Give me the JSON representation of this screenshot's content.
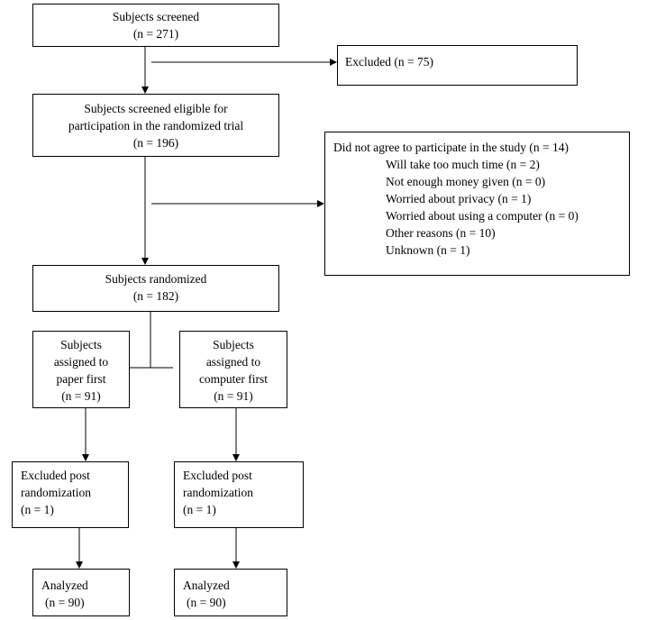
{
  "screened": {
    "line1": "Subjects screened",
    "line2": "(n = 271)"
  },
  "excluded": {
    "text": "Excluded (n = 75)"
  },
  "eligible": {
    "line1": "Subjects screened eligible for",
    "line2": "participation in the randomized trial",
    "line3": "(n = 196)"
  },
  "declined": {
    "title": "Did not agree to participate in the study (n = 14)",
    "reasons": [
      "Will take too much time (n = 2)",
      "Not enough money given (n = 0)",
      "Worried about privacy (n = 1)",
      "Worried about using a computer (n = 0)",
      "Other reasons (n = 10)",
      "Unknown (n = 1)"
    ]
  },
  "randomized": {
    "line1": "Subjects randomized",
    "line2": "(n = 182)"
  },
  "paper_first": {
    "line1": "Subjects",
    "line2": "assigned to",
    "line3": "paper first",
    "line4": "(n = 91)"
  },
  "computer_first": {
    "line1": "Subjects",
    "line2": "assigned to",
    "line3": "computer first",
    "line4": "(n = 91)"
  },
  "excluded_post_left": {
    "line1": "Excluded post",
    "line2": "randomization",
    "line3": "(n = 1)"
  },
  "excluded_post_right": {
    "line1": "Excluded post",
    "line2": "randomization",
    "line3": "(n = 1)"
  },
  "analyzed_left": {
    "line1": "Analyzed",
    "line2": "(n = 90)"
  },
  "analyzed_right": {
    "line1": "Analyzed",
    "line2": "(n = 90)"
  }
}
